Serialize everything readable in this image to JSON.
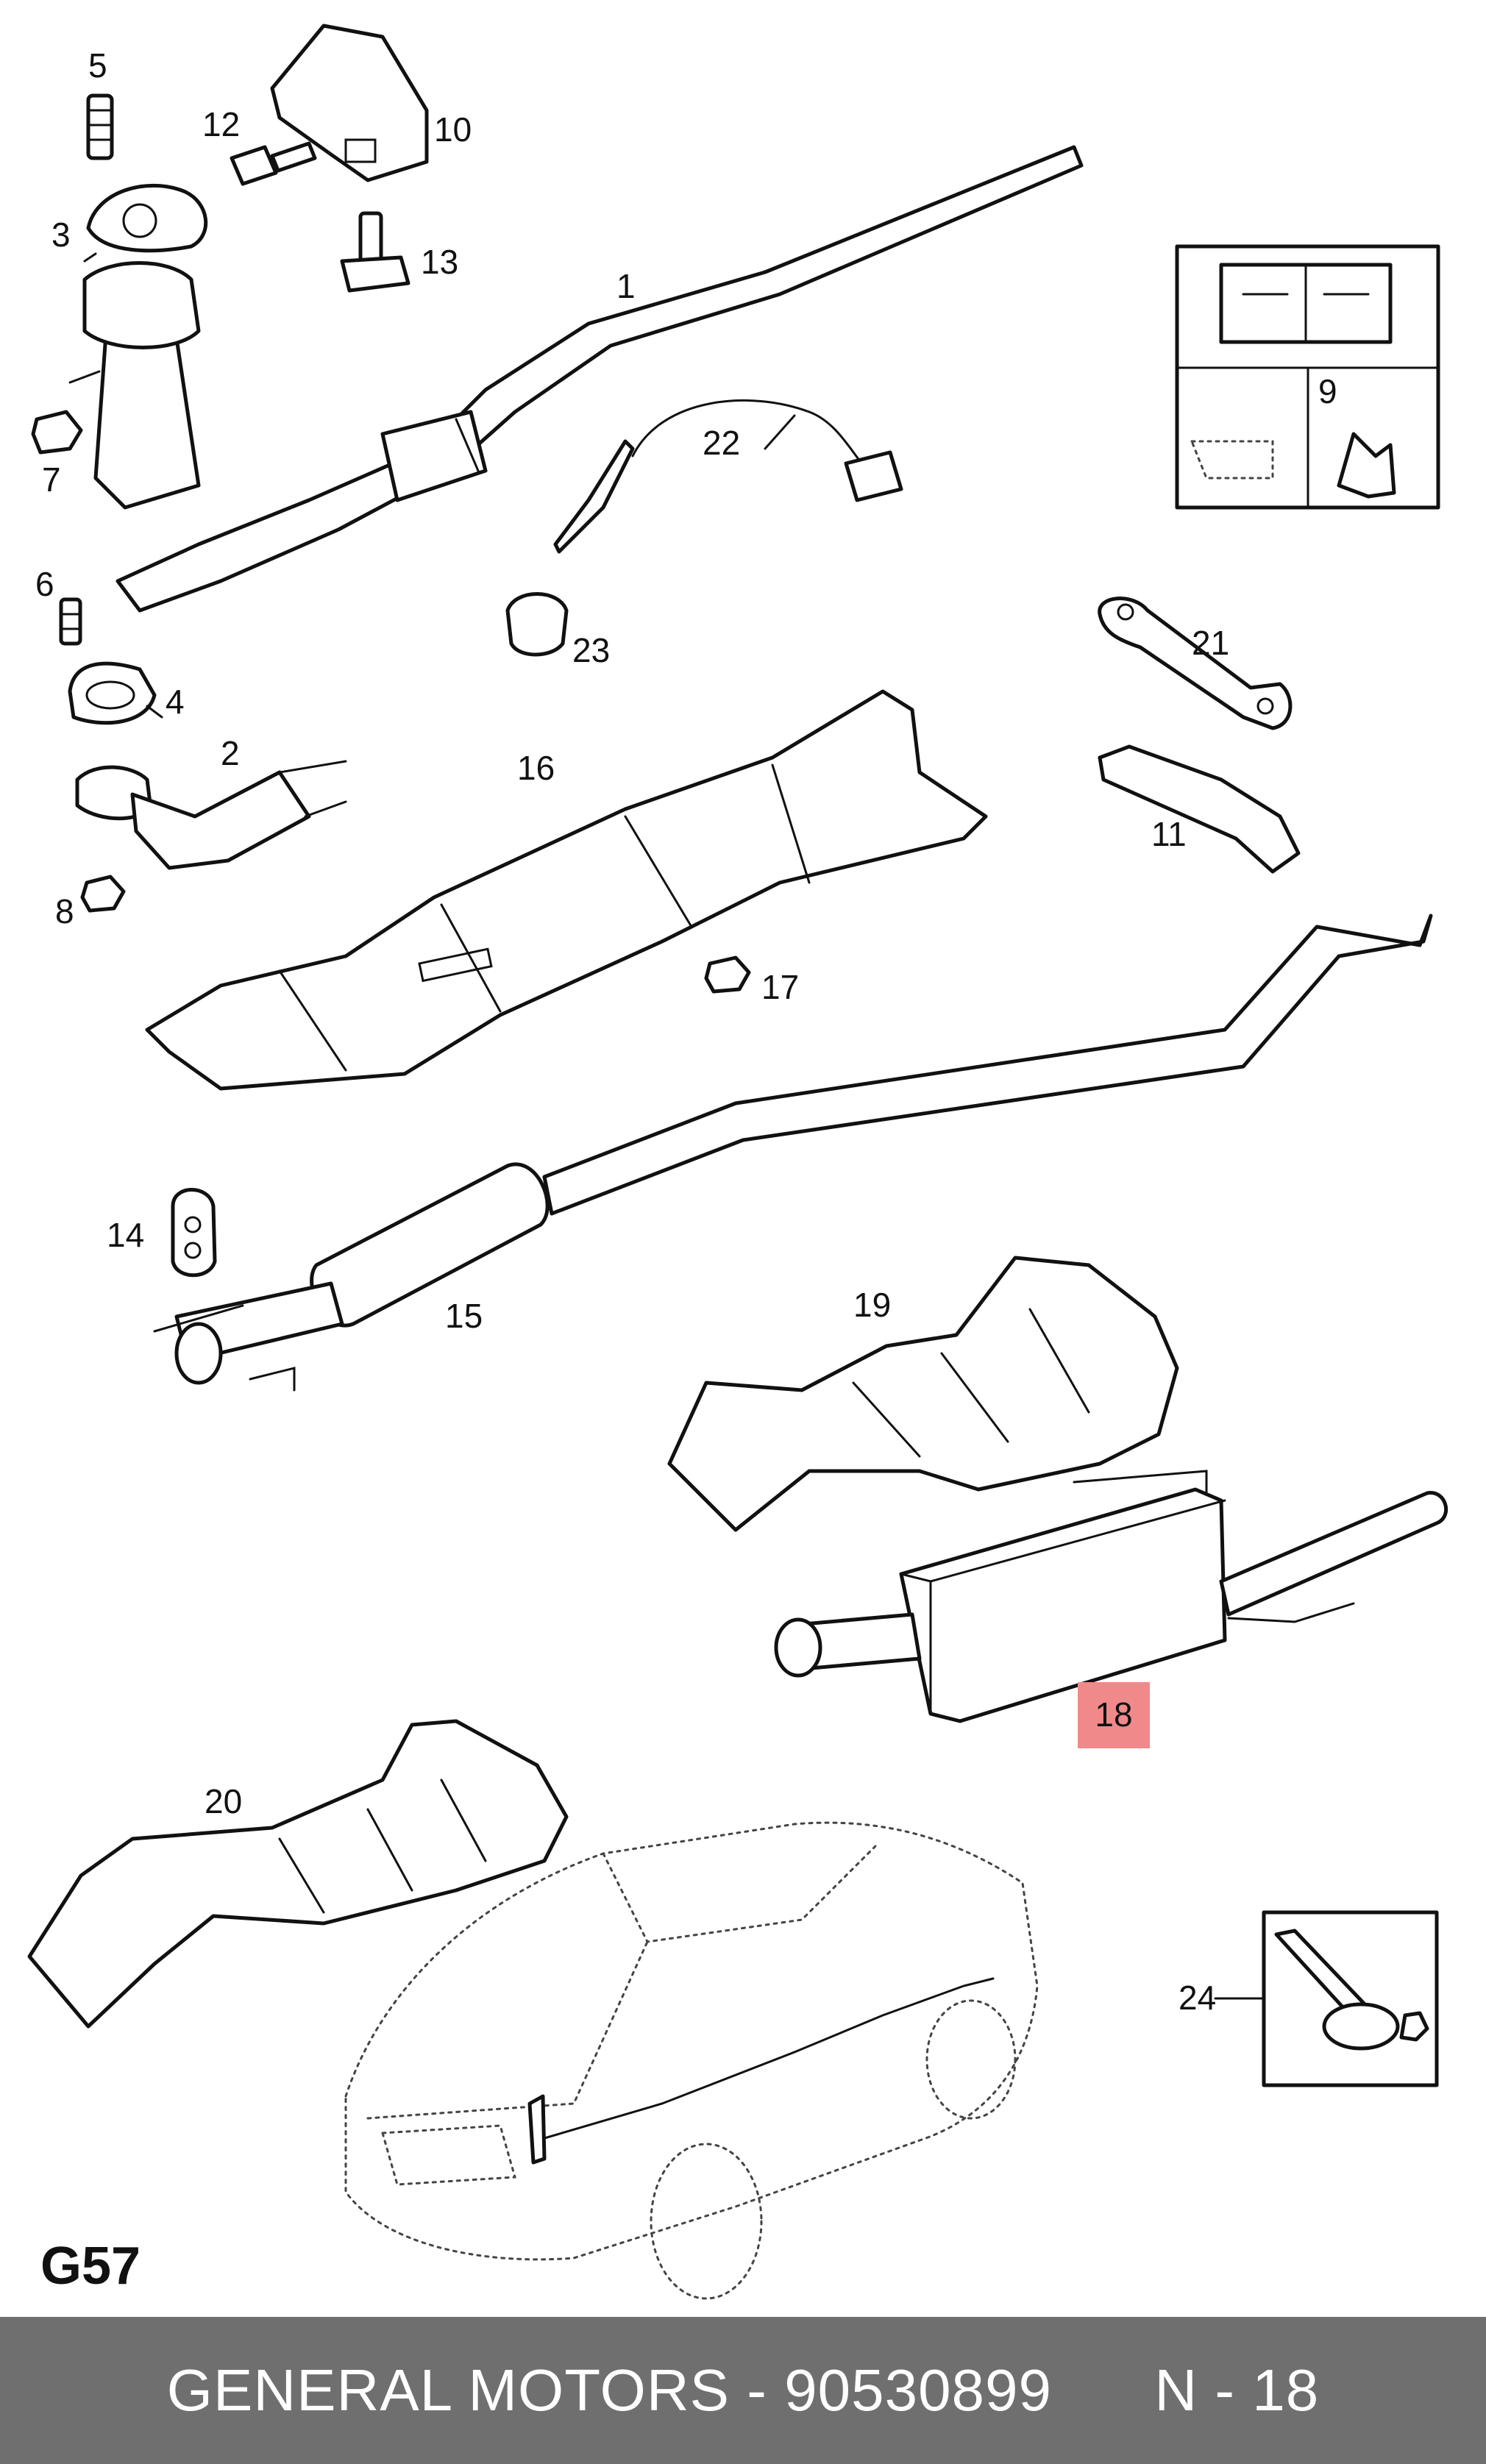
{
  "diagram": {
    "page_code": "G57",
    "callouts": {
      "c1": "1",
      "c2": "2",
      "c3": "3",
      "c4": "4",
      "c5": "5",
      "c6": "6",
      "c7": "7",
      "c8": "8",
      "c9": "9",
      "c10": "10",
      "c11": "11",
      "c12": "12",
      "c13": "13",
      "c14": "14",
      "c15": "15",
      "c16": "16",
      "c17": "17",
      "c18": "18",
      "c19": "19",
      "c20": "20",
      "c21": "21",
      "c22": "22",
      "c23": "23",
      "c24": "24"
    },
    "highlighted_part": "18",
    "highlight_color": "#f08a8a"
  },
  "footer": {
    "brand": "GENERAL MOTORS",
    "separator": " - ",
    "part_number": "90530899",
    "gap": "      ",
    "position": "N - 18"
  },
  "colors": {
    "footer_bg": "#6f6f6f",
    "footer_text": "#ffffff",
    "line": "#111111"
  }
}
